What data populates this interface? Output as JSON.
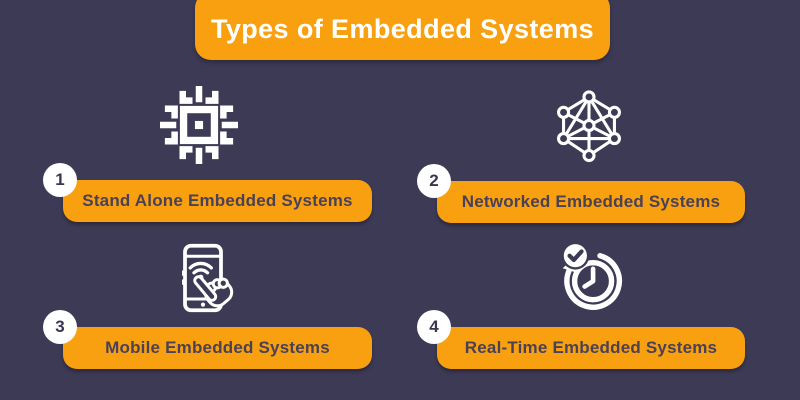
{
  "title": "Types of Embedded Systems",
  "colors": {
    "background": "#3d3a55",
    "accent_orange": "#f8a00f",
    "label_text": "#4a4156",
    "title_text": "#ffffff",
    "badge_bg": "#ffffff",
    "icon_color": "#ffffff"
  },
  "items": [
    {
      "number": "1",
      "label": "Stand Alone Embedded Systems",
      "icon": "chip-icon"
    },
    {
      "number": "2",
      "label": "Networked Embedded Systems",
      "icon": "network-icon"
    },
    {
      "number": "3",
      "label": "Mobile Embedded Systems",
      "icon": "mobile-tap-icon"
    },
    {
      "number": "4",
      "label": "Real-Time Embedded Systems",
      "icon": "realtime-clock-icon"
    }
  ]
}
